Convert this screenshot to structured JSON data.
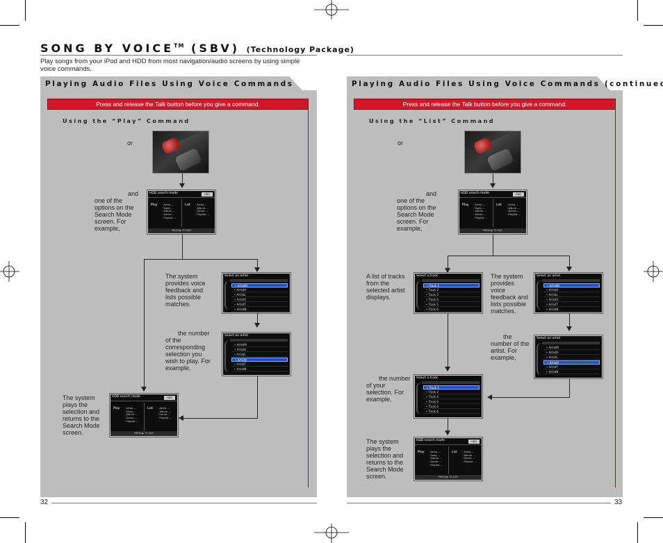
{
  "title": {
    "main": "SONG BY VOICE",
    "tm": "TM",
    "sbv": " (SBV) ",
    "sub": "(Technology Package)"
  },
  "intro": "Play songs from your iPod and HDD from most navigation/audio screens by using simple voice commands.",
  "left": {
    "tab_title": "Playing Audio Files Using Voice Commands",
    "red_bar": "Press and release the Talk button before you give a command.",
    "section": "Using the “Play” Command",
    "or": "or",
    "and_text": "and one of the options on the Search Mode screen. For example,",
    "feedback": "The system provides voice feedback and lists possible matches.",
    "the_number": "the number of the corresponding selection you wish to play. For example,",
    "plays": "The system plays the selection and returns to the Search Mode screen.",
    "page": "32"
  },
  "right": {
    "tab_title": "Playing Audio Files Using Voice Commands (continued)",
    "red_bar": "Press and release the Talk button before you give a command.",
    "section": "Using the “List” Command",
    "or": "or",
    "and_text": "and one of the options on the Search Mode screen. For example,",
    "list_tracks": "A list of tracks from the selected artist displays.",
    "feedback": "The system provides voice feedback and lists possible matches.",
    "the_number_artist": "the number of the artist. For example,",
    "the_number_sel": "the number of your selection. For example,",
    "plays": "The system plays the selection and returns to the Search Mode screen.",
    "page": "33"
  },
  "screens": {
    "search": {
      "header": "HDD search mode",
      "hdd": "HDD",
      "play": "Play",
      "list": "List",
      "play_items": "· Artist ...\n· Song ...\n· Album ...\n· Genre ...\n· Playlist ...",
      "list_items": "· Artist ...\n· Album ...\n· Genre ...\n· Playlist ...",
      "footer": "PRESS ▶ TO EXIT"
    },
    "artist": {
      "header": "Select an artist",
      "rows": [
        "ArtistM",
        "ArtistA",
        "ArtistL",
        "ArtistV",
        "ArtistT",
        "ArtistN"
      ]
    },
    "track": {
      "header": "Select a track",
      "rows": [
        "Track 1",
        "Track 2",
        "Track 3",
        "Track 4",
        "Track 5",
        "Track 6"
      ]
    }
  }
}
